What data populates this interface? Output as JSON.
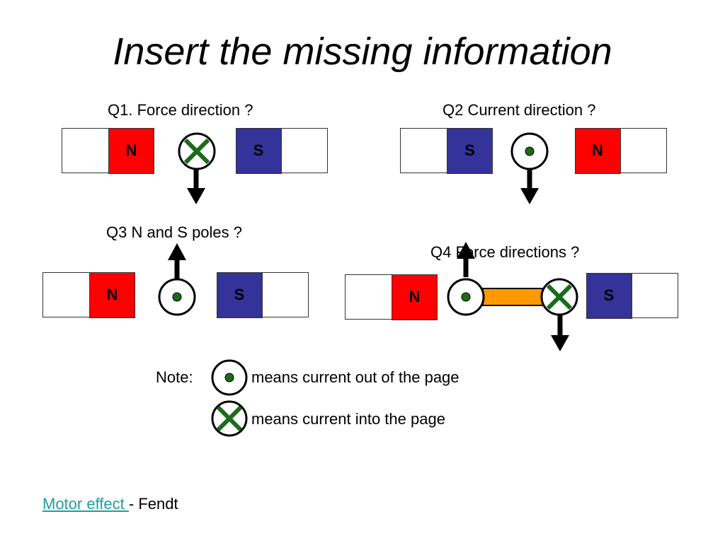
{
  "title": "Insert the missing information",
  "questions": {
    "q1": "Q1. Force direction ?",
    "q2": "Q2 Current direction ?",
    "q3": "Q3 N and S poles ?",
    "q4": "Q4 Force directions ?"
  },
  "poles": {
    "north": "N",
    "south": "S"
  },
  "note": {
    "label": "Note:",
    "out_text": "means current out of the page",
    "in_text": "means current into the page"
  },
  "footer": {
    "link_text": "Motor effect ",
    "rest_text": "- Fendt"
  },
  "colors": {
    "north": "#ff0000",
    "south": "#333399",
    "wire_dot": "#1a6b1a",
    "wire_cross": "#1a6b1a",
    "connector": "#ff9900",
    "link": "#1a9fa0"
  }
}
